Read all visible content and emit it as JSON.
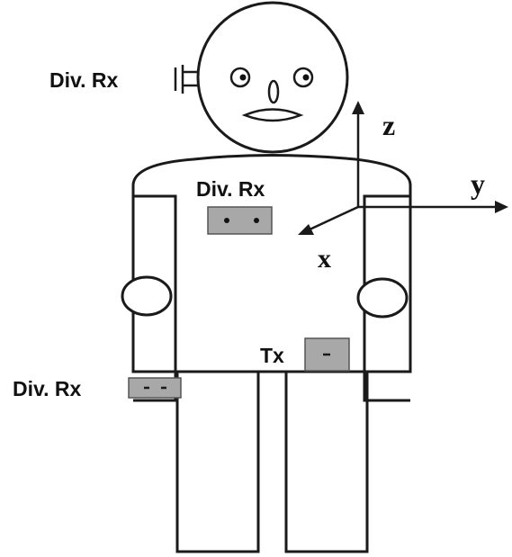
{
  "labels": {
    "head_rx": "Div. Rx",
    "chest_rx": "Div. Rx",
    "wrist_rx": "Div. Rx",
    "tx": "Tx"
  },
  "axes": {
    "x": "x",
    "y": "y",
    "z": "z"
  },
  "sensor_color": "#a8a8a8",
  "line_color": "#1a1a1a"
}
